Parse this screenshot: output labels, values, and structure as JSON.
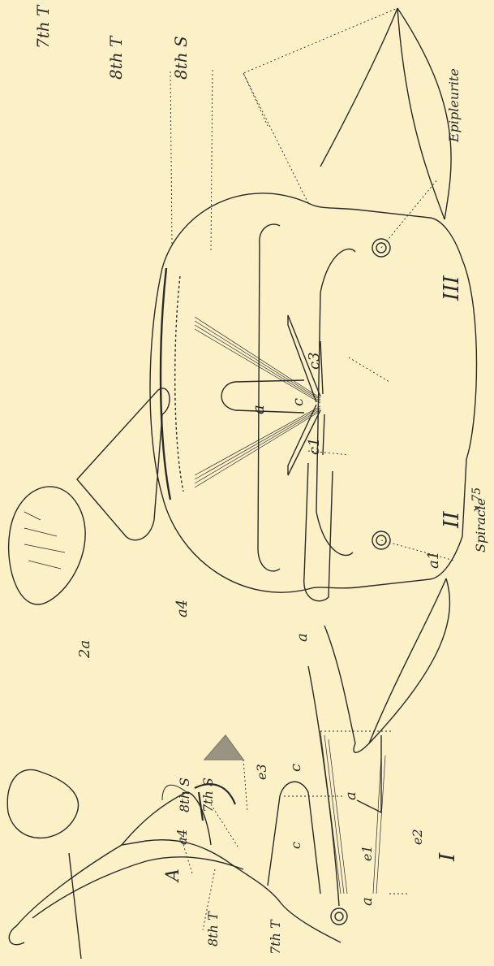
{
  "figure_numbers": {
    "I": "I",
    "II": "II",
    "III": "III"
  },
  "colors": {
    "paper": "#fbf0c6",
    "ink": "#2a2a2a"
  },
  "labels": {
    "seventh_tergite_right": "7th T",
    "eighth_tergite_right": "8th T",
    "eighth_sternite_right": "8th S",
    "a_right": "a",
    "c_right": "c",
    "c1_right": "c1",
    "c3_right": "c3",
    "spiracle": "Spiracle",
    "epipleurite": "Epipleurite",
    "magnification": "x 75",
    "a4_fig2": "a4",
    "two_a": "2a",
    "a_fig2": "a",
    "a1_fig1": "a1",
    "c_fig1": "c",
    "A": "A",
    "a4_fig3": "a4",
    "eighth_sternite_fig3": "8th S",
    "seventh_sternite_fig3": "7th S",
    "eighth_tergite_fig3": "8th T",
    "seventh_tergite_fig3": "7th T",
    "e3_fig3": "e3",
    "c_fig3": "c",
    "a_fig3": "a",
    "e1_fig3": "e1",
    "e2_fig3": "e2",
    "a_fig3b": "a"
  }
}
